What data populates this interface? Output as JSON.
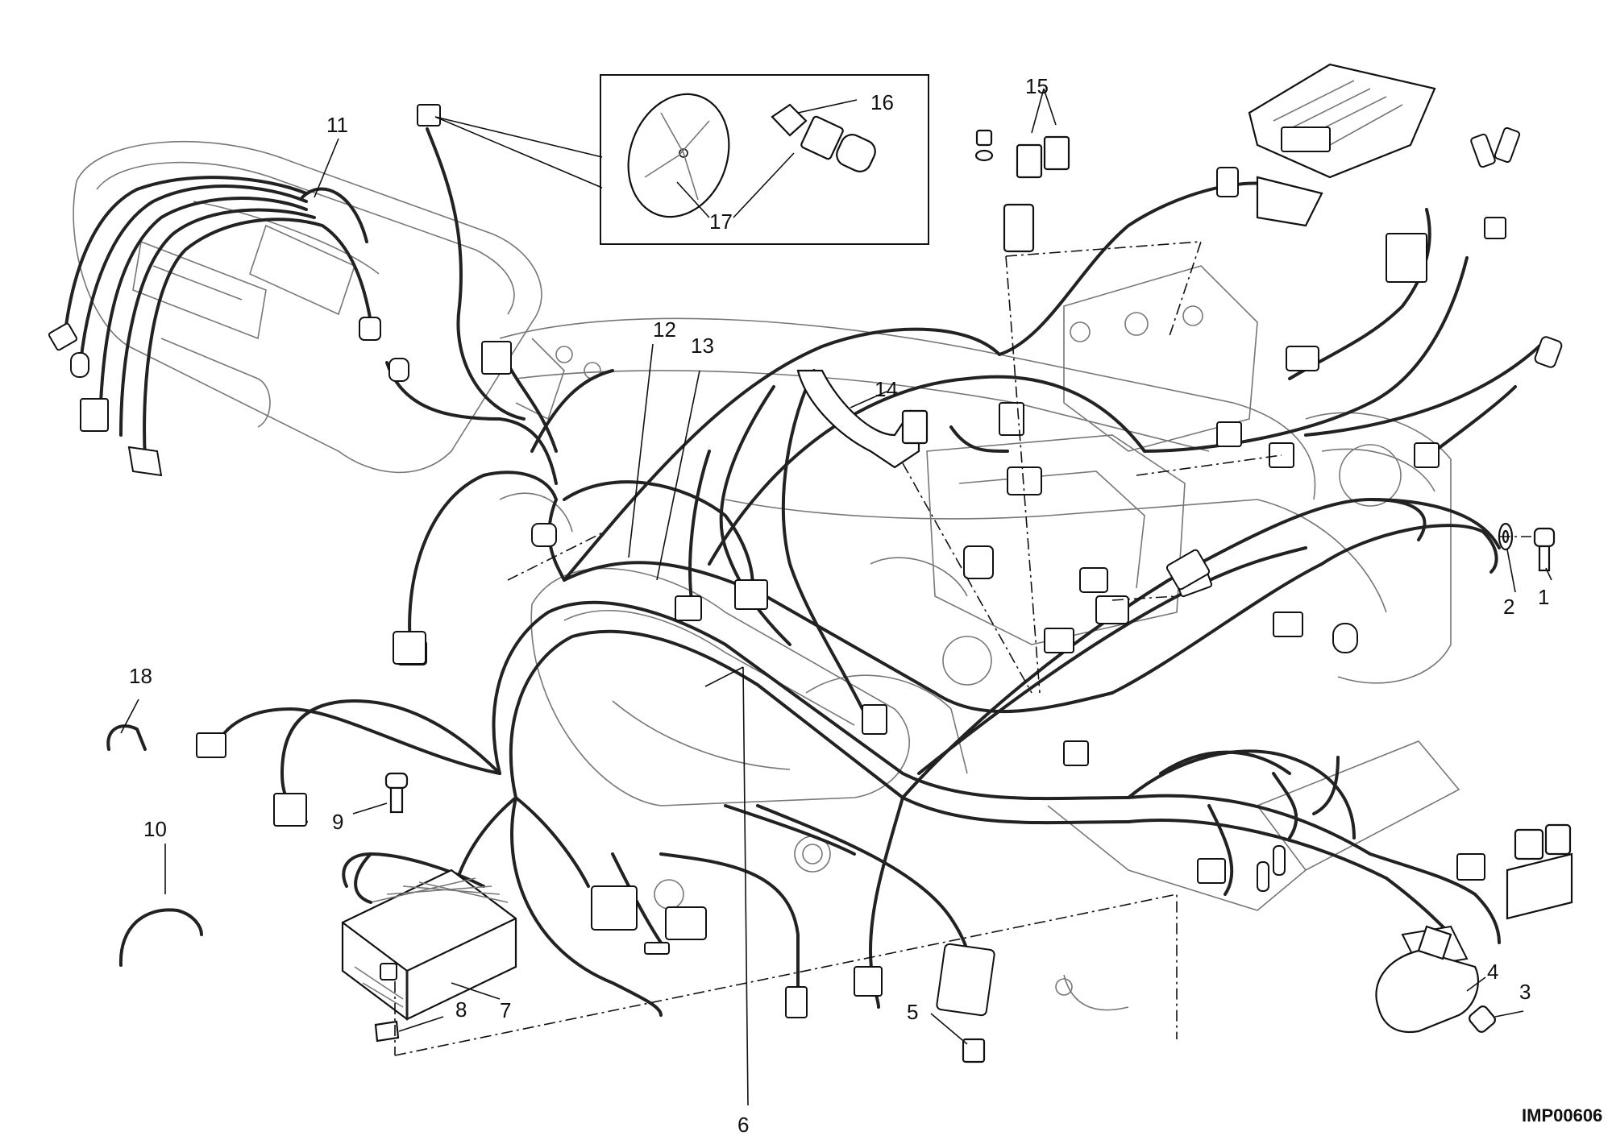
{
  "diagram": {
    "callouts": {
      "c1": "1",
      "c2": "2",
      "c3": "3",
      "c4": "4",
      "c5": "5",
      "c6": "6",
      "c7": "7",
      "c8": "8",
      "c9": "9",
      "c10": "10",
      "c11": "11",
      "c12": "12",
      "c13": "13",
      "c14": "14",
      "c15": "15",
      "c16": "16",
      "c17": "17",
      "c18": "18"
    },
    "image_code": "IMP00606"
  }
}
